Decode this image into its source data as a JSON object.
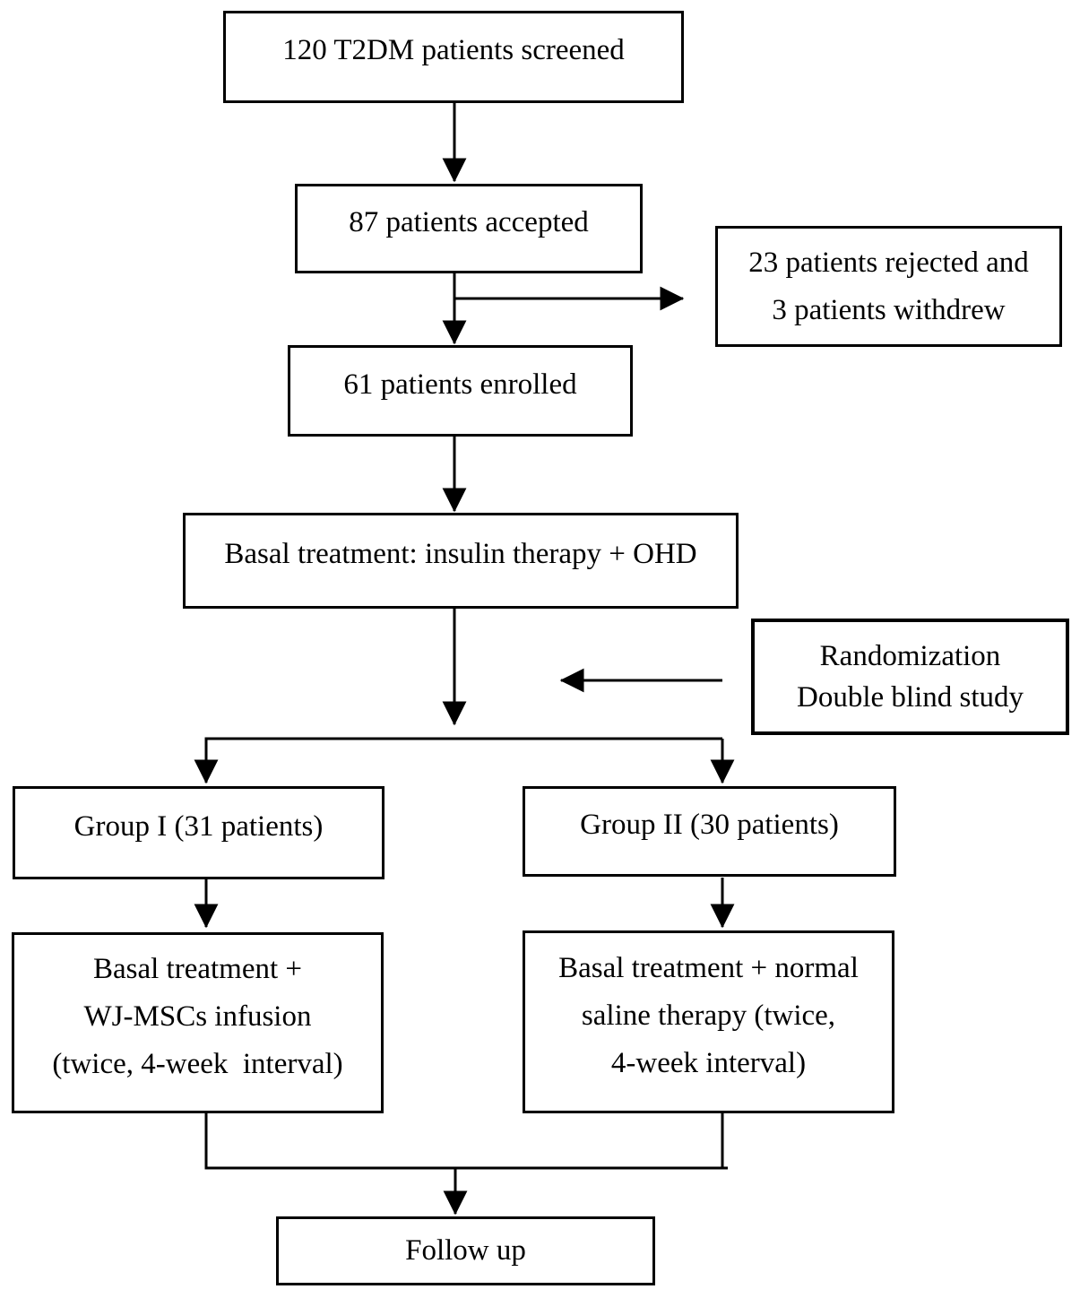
{
  "figure": {
    "background_color": "#ffffff",
    "line_color": "#000000",
    "text_color": "#000000"
  },
  "boxes": {
    "screened": {
      "lines": [
        "120 T2DM patients screened"
      ]
    },
    "accepted": {
      "lines": [
        "87 patients accepted"
      ]
    },
    "rejected": {
      "lines": [
        "23 patients rejected and",
        "3 patients withdrew"
      ]
    },
    "enrolled": {
      "lines": [
        "61 patients enrolled"
      ]
    },
    "basal_treatment": {
      "lines": [
        "Basal treatment: insulin therapy + OHD"
      ]
    },
    "randomization": {
      "lines": [
        "Randomization",
        "Double blind study"
      ]
    },
    "group_1": {
      "lines": [
        "Group I (31 patients)"
      ]
    },
    "group_2": {
      "lines": [
        "Group II (30 patients)"
      ]
    },
    "group_1_treatment": {
      "lines": [
        "Basal treatment +",
        "WJ-MSCs infusion",
        "(twice, 4-week  interval)"
      ]
    },
    "group_2_treatment": {
      "lines": [
        "Basal treatment + normal",
        "saline therapy (twice,",
        "4-week interval)"
      ]
    },
    "follow_up": {
      "lines": [
        "Follow up"
      ]
    }
  }
}
